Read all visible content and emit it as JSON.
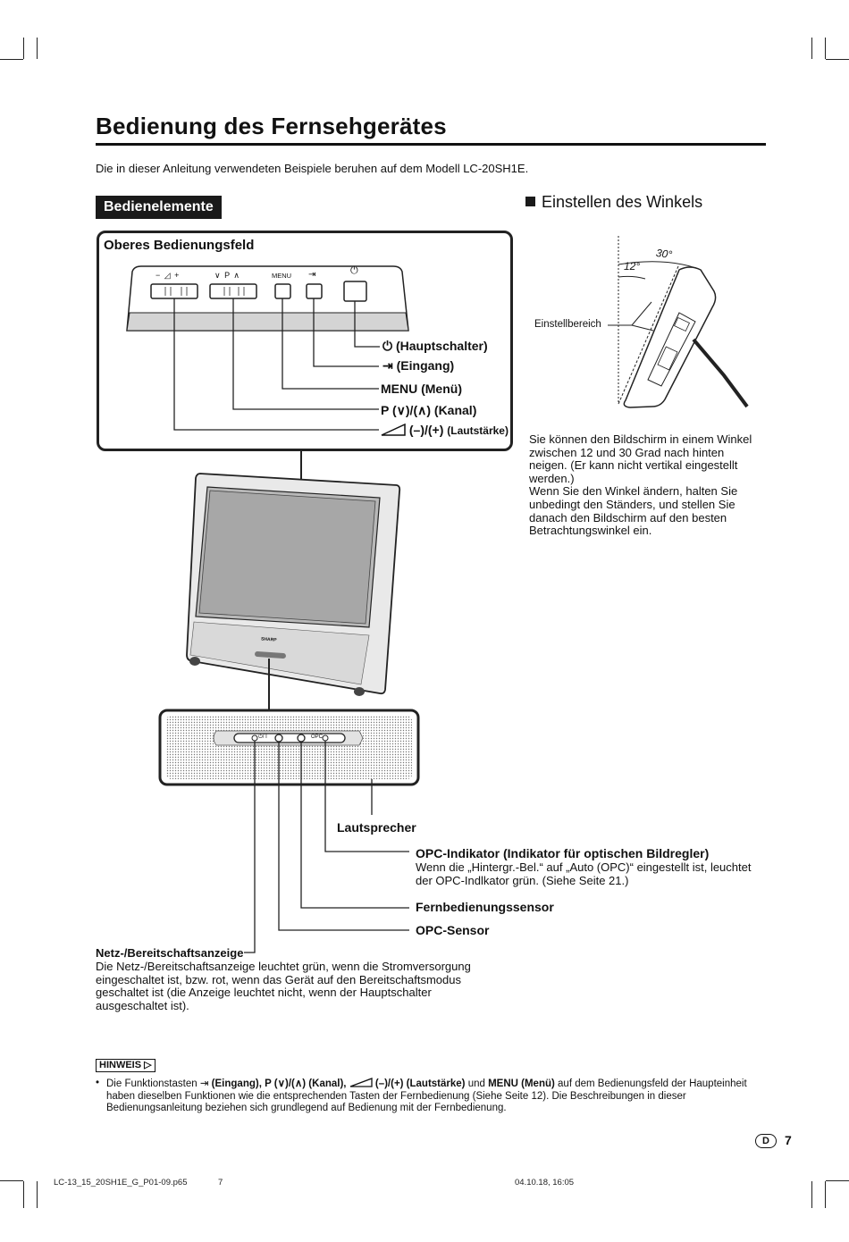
{
  "title": "Bedienung des Fernsehgerätes",
  "intro": "Die in dieser Anleitung verwendeten Beispiele beruhen auf dem Modell LC-20SH1E.",
  "section_badge": "Bedienelemente",
  "angle_section": {
    "heading": "Einstellen des Winkels",
    "deg30": "30°",
    "deg12": "12°",
    "range_label": "Einstellbereich",
    "text_lines": [
      "Sie können den Bildschirm in einem Winkel",
      "zwischen 12 und 30 Grad nach hinten",
      "neigen. (Er kann nicht vertikal eingestellt",
      "werden.)",
      "Wenn Sie den Winkel ändern, halten Sie",
      "unbedingt den Ständers, und stellen Sie",
      "danach den Bildschirm auf den besten",
      "Betrachtungswinkel ein."
    ]
  },
  "top_panel": {
    "title": "Oberes Bedienungsfeld",
    "button_labels": {
      "vol": "− ◿ +",
      "prog": "∨ P ∧",
      "menu": "MENU",
      "input": "⇥",
      "power": "⏻"
    },
    "callouts": {
      "power": "(Hauptschalter)",
      "input": "(Eingang)",
      "menu": "MENU (Menü)",
      "channel_prefix": "P (",
      "channel_mid": ")/(",
      "channel_suffix": ") (Kanal)",
      "volume_main": "(–)/(+)",
      "volume_small": "(Lautstärke)"
    }
  },
  "tv": {
    "brand": "SHARP",
    "front_panel_labels": {
      "left": "⏻/ I",
      "right": "OPC"
    }
  },
  "front_callouts": {
    "speaker": "Lautsprecher",
    "opc_indicator_title": "OPC-Indikator (Indikator für optischen Bildregler)",
    "opc_indicator_lines": [
      "Wenn die „Hintergr.-Bel.“ auf „Auto (OPC)“ eingestellt ist, leuchtet",
      "der OPC-Indlkator grün. (Siehe Seite 21.)"
    ],
    "remote_sensor": "Fernbedienungssensor",
    "opc_sensor": "OPC-Sensor",
    "power_indicator_title": "Netz-/Bereitschaftsanzeige",
    "power_indicator_lines": [
      "Die Netz-/Bereitschaftsanzeige leuchtet grün, wenn die Stromversorgung",
      "eingeschaltet ist, bzw. rot, wenn das Gerät auf den Bereitschaftsmodus",
      "geschaltet ist (die Anzeige leuchtet nicht, wenn der Hauptschalter",
      "ausgeschaltet ist)."
    ]
  },
  "note": {
    "label": "HINWEIS",
    "part1": "Die Funktionstasten ",
    "part2": " (Eingang), P (",
    "part3": ")/(",
    "part4": ") (Kanal), ",
    "part5": " (–)/(+) (Lautstärke)",
    "part6": " und ",
    "part7": "MENU (Menü)",
    "part8": " auf dem Bedienungsfeld der Haupteinheit haben dieselben Funktionen wie die entsprechenden Tasten der Fernbedienung (Siehe Seite 12). Die Beschreibungen in dieser Bedienungsanleitung beziehen sich grundlegend auf Bedienung mit der Fernbedienung."
  },
  "page": {
    "lang_badge": "D",
    "number": "7"
  },
  "footer": {
    "file": "LC-13_15_20SH1E_G_P01-09.p65",
    "page": "7",
    "date": "04.10.18, 16:05"
  }
}
